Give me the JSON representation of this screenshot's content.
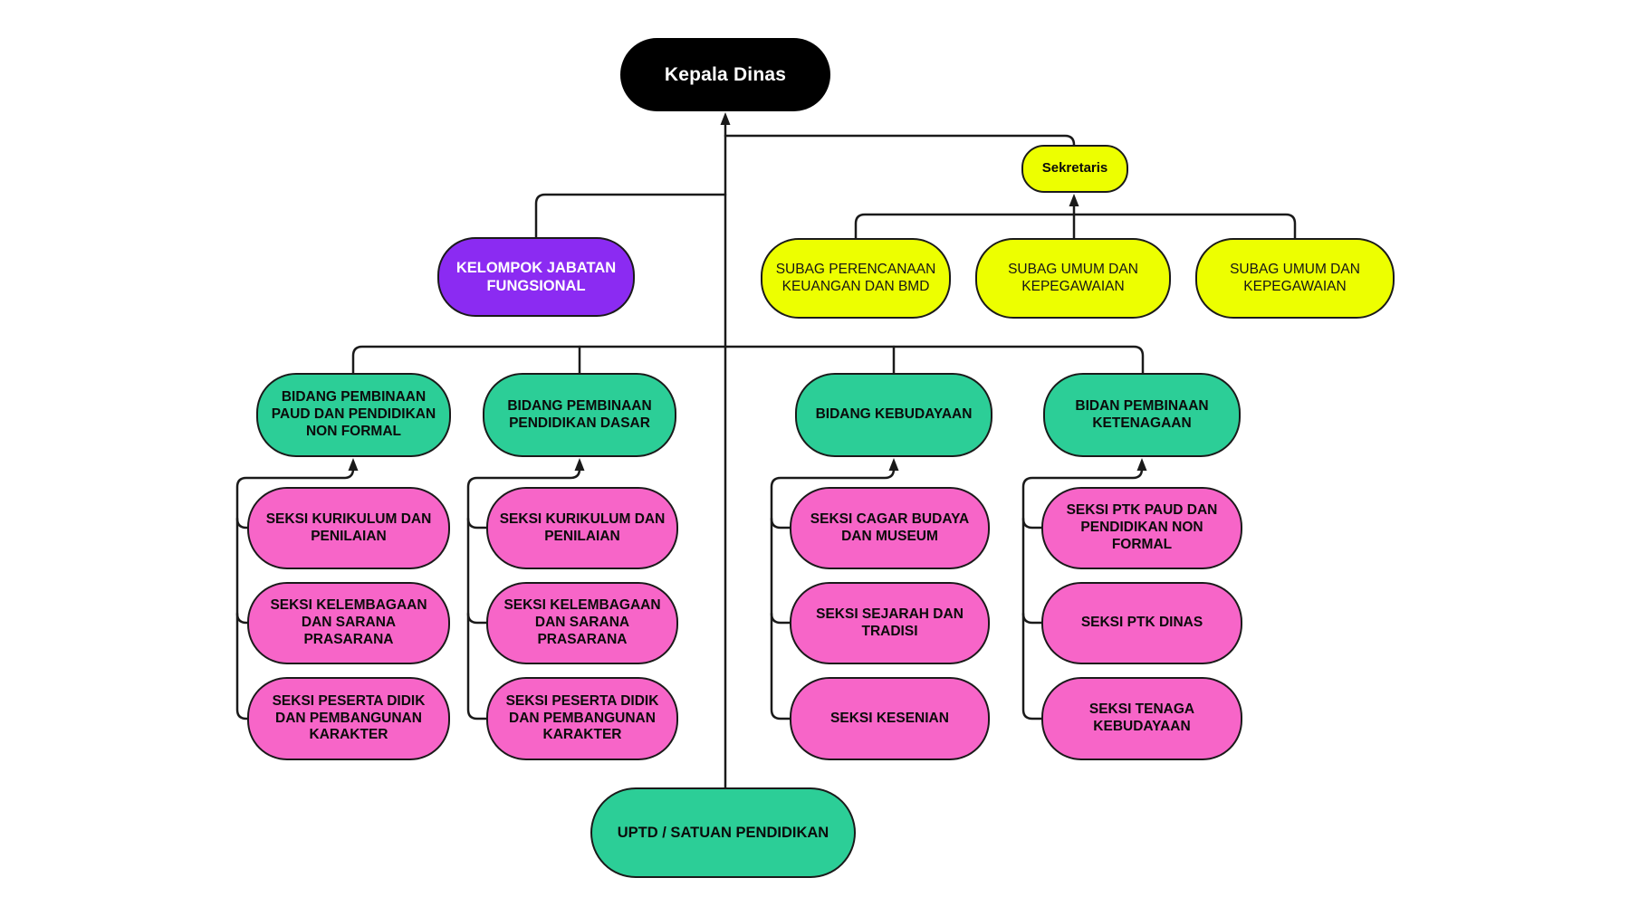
{
  "diagram": {
    "type": "org-chart",
    "colors": {
      "bg": "#ffffff",
      "node-black": "#000000",
      "node-yellow": "#edff00",
      "node-purple": "#8b2bf2",
      "node-green": "#2cce97",
      "node-pink": "#f765c8",
      "line": "#1a1a1a",
      "border": "#1a1a1a"
    },
    "nodes": {
      "kepala_dinas": {
        "label": "Kepala Dinas"
      },
      "sekretaris": {
        "label": "Sekretaris"
      },
      "kelompok_jabatan": {
        "label": "KELOMPOK JABATAN FUNGSIONAL"
      },
      "subag_perencanaan": {
        "label": "SUBAG PERENCANAAN KEUANGAN DAN BMD"
      },
      "subag_umum_1": {
        "label": "SUBAG UMUM DAN KEPEGAWAIAN"
      },
      "subag_umum_2": {
        "label": "SUBAG UMUM DAN KEPEGAWAIAN"
      },
      "bidang_paud_nonformal": {
        "label": "BIDANG PEMBINAAN PAUD DAN PENDIDIKAN NON FORMAL"
      },
      "bidang_pendidikan_dasar": {
        "label": "BIDANG PEMBINAAN PENDIDIKAN DASAR"
      },
      "bidang_kebudayaan": {
        "label": "BIDANG KEBUDAYAAN"
      },
      "bidang_ketenagaan": {
        "label": "BIDAN PEMBINAAN KETENAGAAN"
      },
      "seksi_kurikulum_1": {
        "label": "SEKSI KURIKULUM DAN PENILAIAN"
      },
      "seksi_kelembagaan_1": {
        "label": "SEKSI KELEMBAGAAN DAN SARANA PRASARANA"
      },
      "seksi_peserta_didik_1": {
        "label": "SEKSI PESERTA DIDIK DAN PEMBANGUNAN KARAKTER"
      },
      "seksi_kurikulum_2": {
        "label": "SEKSI KURIKULUM DAN PENILAIAN"
      },
      "seksi_kelembagaan_2": {
        "label": "SEKSI KELEMBAGAAN DAN SARANA PRASARANA"
      },
      "seksi_peserta_didik_2": {
        "label": "SEKSI PESERTA DIDIK DAN PEMBANGUNAN KARAKTER"
      },
      "seksi_cagar_budaya": {
        "label": "SEKSI CAGAR BUDAYA DAN MUSEUM"
      },
      "seksi_sejarah": {
        "label": "SEKSI SEJARAH DAN TRADISI"
      },
      "seksi_kesenian": {
        "label": "SEKSI KESENIAN"
      },
      "seksi_ptk_paud": {
        "label": "SEKSI PTK PAUD DAN PENDIDIKAN NON FORMAL"
      },
      "seksi_ptk_dinas": {
        "label": "SEKSI PTK DINAS"
      },
      "seksi_tenaga_kebudayaan": {
        "label": "SEKSI TENAGA KEBUDAYAAN"
      },
      "uptd": {
        "label": "UPTD / SATUAN PENDIDIKAN"
      }
    }
  }
}
